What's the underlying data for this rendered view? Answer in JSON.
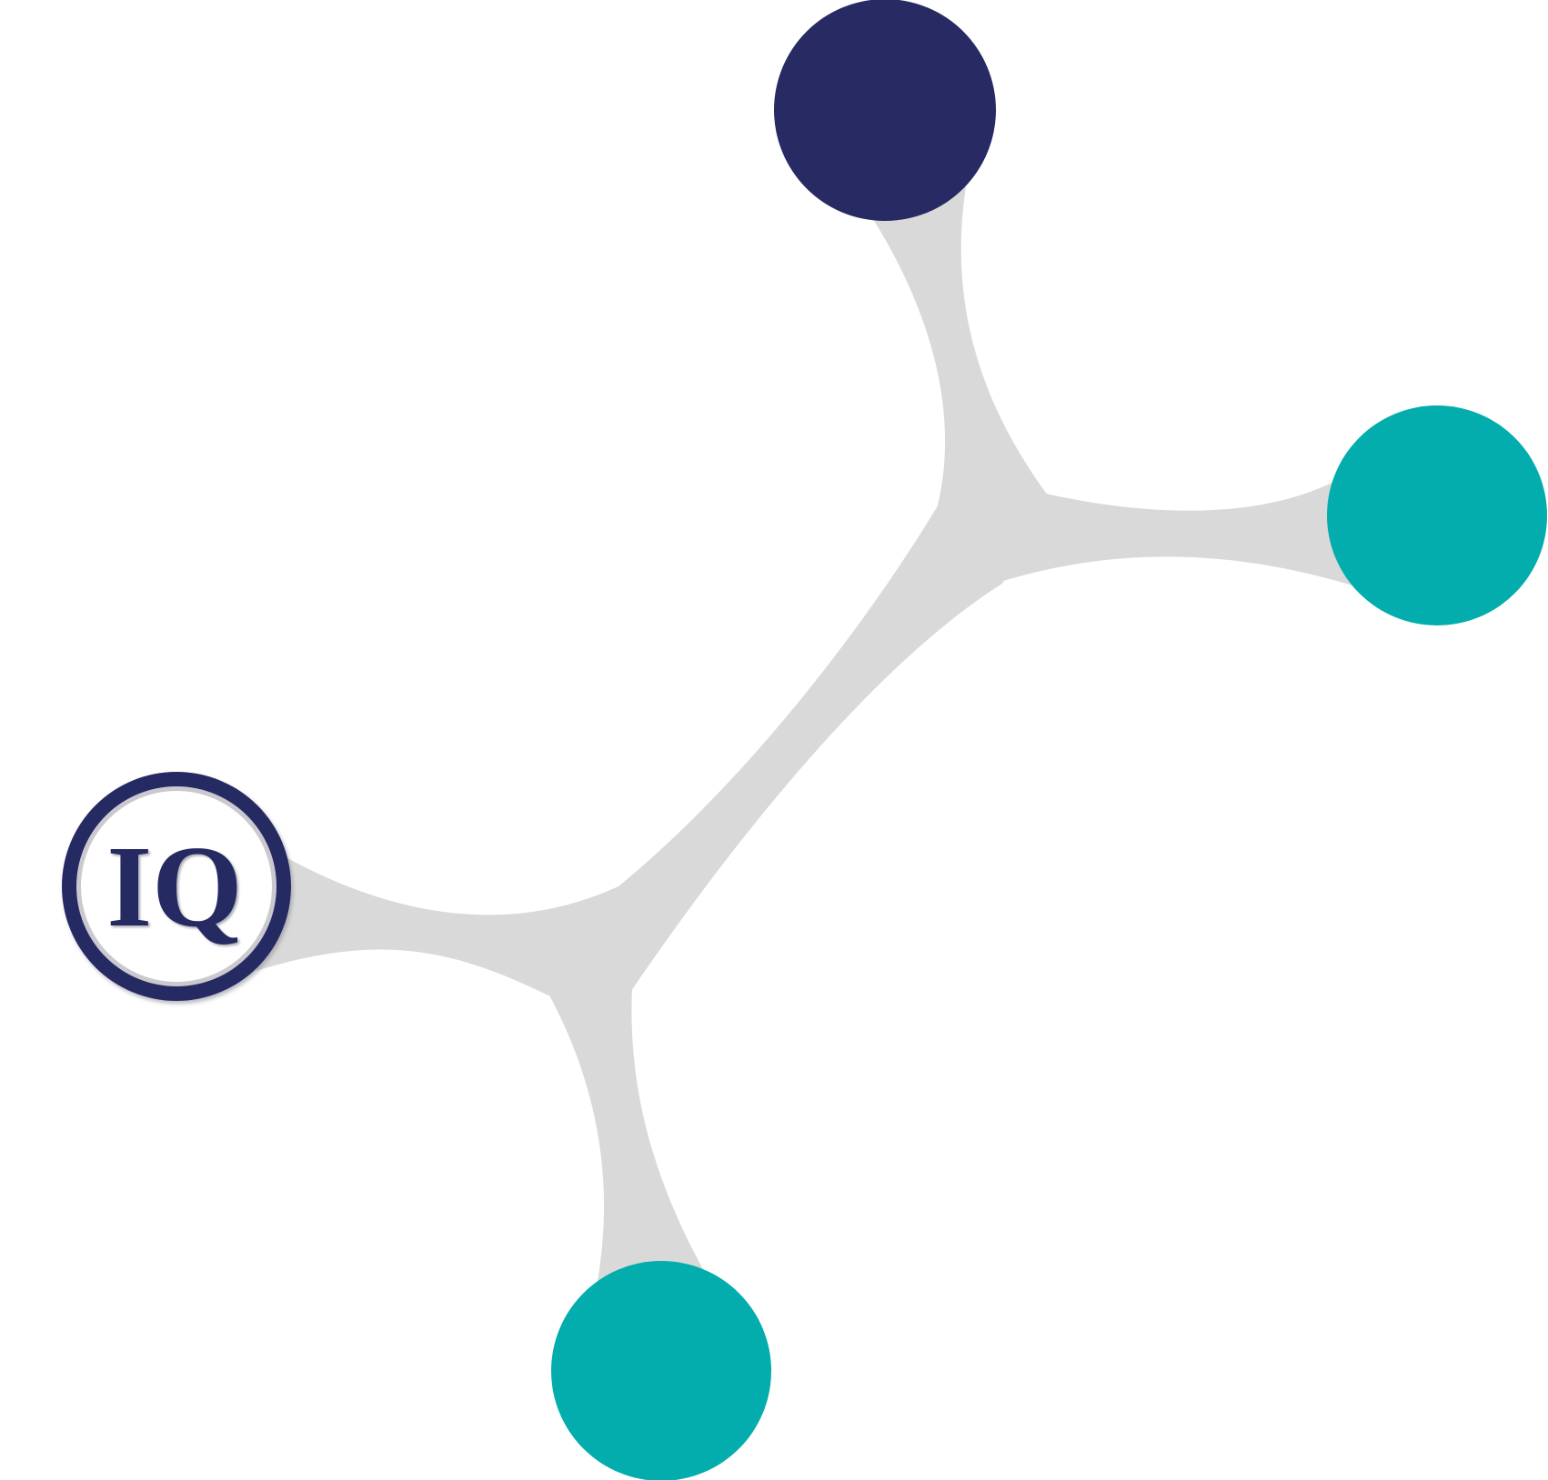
{
  "diagram": {
    "type": "molecule-network",
    "colors": {
      "connector": "#d9d9d9",
      "node_primary": "#272a63",
      "node_accent": "#03adad",
      "logo_ring": "#272a63",
      "logo_face": "#ffffff",
      "logo_bevel": "#c9c9cf"
    },
    "logo": {
      "text": "IQ",
      "icon": "iq-logo-icon"
    },
    "nodes": [
      {
        "id": "top",
        "color": "node_primary"
      },
      {
        "id": "right",
        "color": "node_accent"
      },
      {
        "id": "bottom",
        "color": "node_accent"
      },
      {
        "id": "logo",
        "color": "logo_ring"
      }
    ]
  }
}
